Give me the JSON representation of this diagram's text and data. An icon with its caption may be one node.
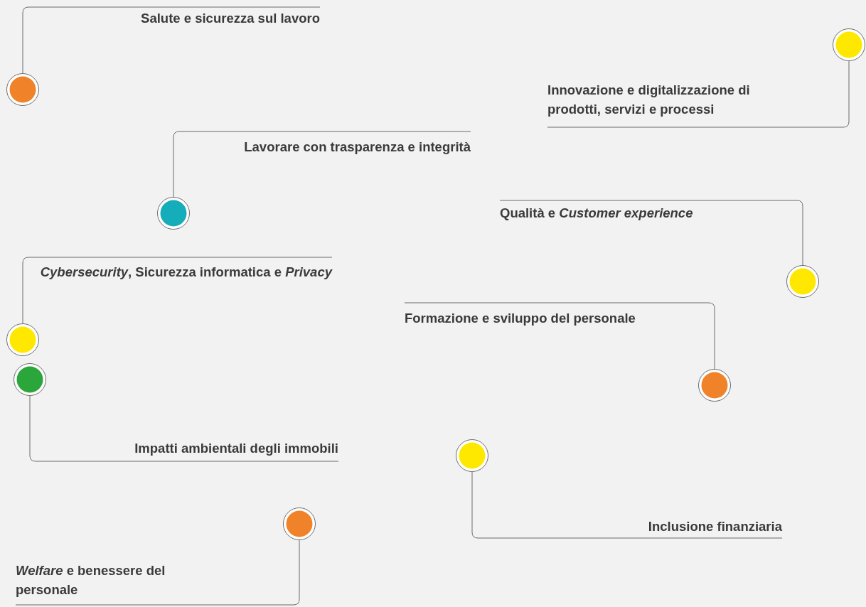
{
  "diagram": {
    "nodes": [
      {
        "text": [
          "Salute e sicurezza sul lavoro"
        ]
      },
      {
        "text": [],
        "shape": "circle"
      },
      {
        "text": [],
        "shape": "circle"
      },
      {
        "text": [
          "Innovazione e digitalizzazione di prodotti, servizi e processi"
        ]
      },
      {
        "text": [
          "Lavorare con trasparenza e integrità"
        ]
      },
      {
        "text": [],
        "shape": "circle"
      },
      {
        "text": [
          "Qualità e *Customer experience*"
        ]
      },
      {
        "text": [],
        "shape": "circle"
      },
      {
        "text": [
          "*Cybersecurity*, Sicurezza informatica e *Privacy*"
        ]
      },
      {
        "text": [
          "Formazione e sviluppo del personale"
        ]
      },
      {
        "text": [],
        "shape": "circle"
      },
      {
        "text": [],
        "shape": "circle"
      },
      {
        "text": [],
        "shape": "circle"
      },
      {
        "text": [
          "Impatti ambientali degli immobili"
        ]
      },
      {
        "text": [],
        "shape": "circle"
      },
      {
        "text": [],
        "shape": "circle"
      },
      {
        "text": [
          "Inclusione finanziaria"
        ]
      },
      {
        "text": [
          "*Welfare* e benessere del personale"
        ]
      }
    ],
    "edges": [
      {
        "from": 0,
        "to": 1,
        "arrow": "none"
      },
      {
        "from": 3,
        "to": 2,
        "arrow": "none"
      },
      {
        "from": 4,
        "to": 5,
        "arrow": "none"
      },
      {
        "from": 6,
        "to": 7,
        "arrow": "none"
      },
      {
        "from": 8,
        "to": 11,
        "arrow": "none"
      },
      {
        "from": 9,
        "to": 10,
        "arrow": "none"
      },
      {
        "from": 13,
        "to": 12,
        "arrow": "none"
      },
      {
        "from": 16,
        "to": 14,
        "arrow": "none"
      },
      {
        "from": 17,
        "to": 15,
        "arrow": "none"
      }
    ]
  }
}
